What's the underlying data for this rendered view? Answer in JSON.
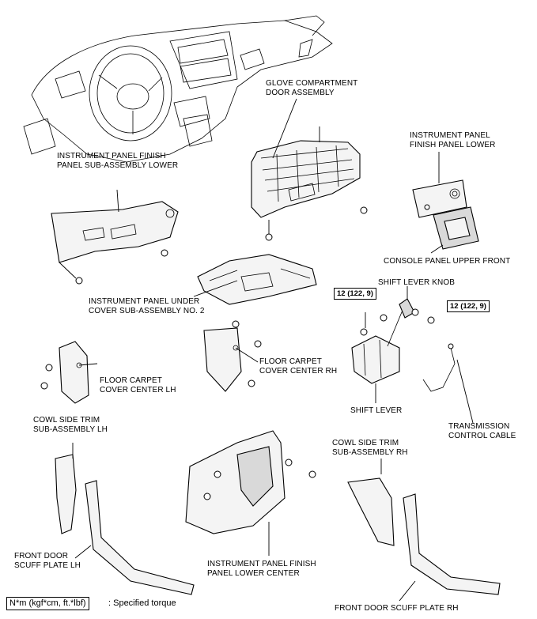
{
  "labels": {
    "glove_compartment": [
      "GLOVE COMPARTMENT",
      "DOOR ASSEMBLY"
    ],
    "ip_finish_panel_lower": [
      "INSTRUMENT PANEL",
      "FINISH PANEL LOWER"
    ],
    "ip_finish_panel_subassy_lower": [
      "INSTRUMENT PANEL FINISH",
      "PANEL SUB-ASSEMBLY LOWER"
    ],
    "console_panel_upper_front": "CONSOLE PANEL UPPER FRONT",
    "shift_lever_knob": "SHIFT LEVER KNOB",
    "ip_under_cover": [
      "INSTRUMENT PANEL UNDER",
      "COVER SUB-ASSEMBLY NO. 2"
    ],
    "floor_carpet_lh": [
      "FLOOR CARPET",
      "COVER CENTER LH"
    ],
    "floor_carpet_rh": [
      "FLOOR CARPET",
      "COVER CENTER RH"
    ],
    "shift_lever": "SHIFT LEVER",
    "transmission_cable": [
      "TRANSMISSION",
      "CONTROL CABLE"
    ],
    "cowl_side_lh": [
      "COWL SIDE TRIM",
      "SUB-ASSEMBLY LH"
    ],
    "cowl_side_rh": [
      "COWL SIDE TRIM",
      "SUB-ASSEMBLY RH"
    ],
    "front_door_scuff_lh": [
      "FRONT DOOR",
      "SCUFF PLATE LH"
    ],
    "ip_finish_panel_lower_center": [
      "INSTRUMENT PANEL FINISH",
      "PANEL LOWER CENTER"
    ],
    "front_door_scuff_rh": "FRONT DOOR SCUFF PLATE RH"
  },
  "torque": {
    "left": "12 (122, 9)",
    "right": "12 (122, 9)"
  },
  "legend": {
    "box": "N*m (kgf*cm, ft.*lbf)",
    "text": ": Specified torque"
  }
}
